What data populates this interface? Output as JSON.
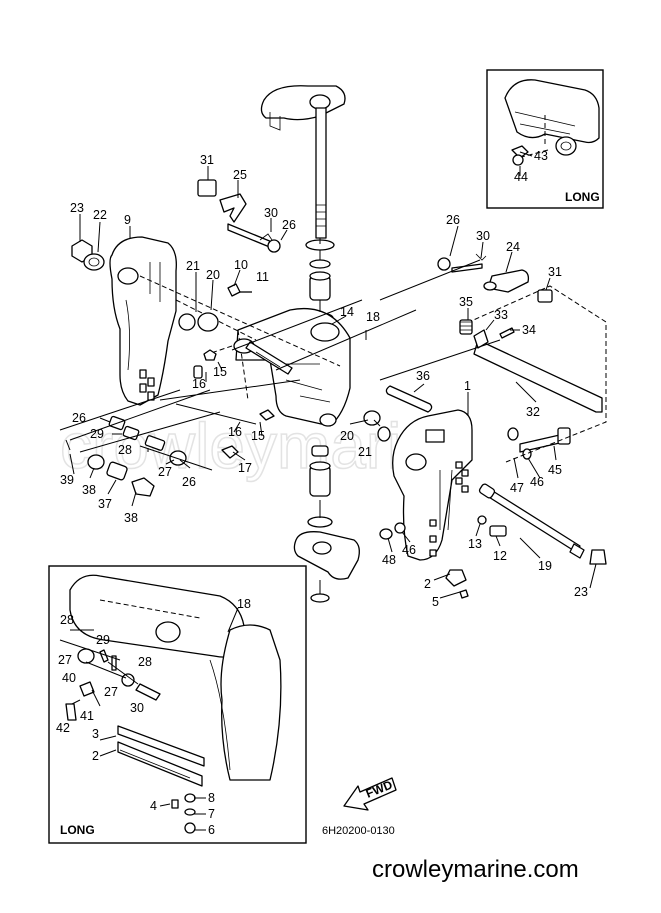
{
  "diagram": {
    "watermark": "crowleymarine",
    "footer_site": "crowleymarine.com",
    "drawing_code": "6H20200-0130",
    "fwd_label": "FWD",
    "insets": {
      "top_right_label": "LONG",
      "bottom_left_label": "LONG"
    },
    "callouts": {
      "c1": "1",
      "c2": "2",
      "c5": "5",
      "c9": "9",
      "c10": "10",
      "c11": "11",
      "c12": "12",
      "c13": "13",
      "c14": "14",
      "c15a": "15",
      "c15b": "15",
      "c16a": "16",
      "c16b": "16",
      "c17": "17",
      "c18": "18",
      "c19": "19",
      "c20a": "20",
      "c20b": "20",
      "c21a": "21",
      "c21b": "21",
      "c22": "22",
      "c23a": "23",
      "c23b": "23",
      "c24": "24",
      "c25": "25",
      "c26a": "26",
      "c26b": "26",
      "c26c": "26",
      "c26d": "26",
      "c27": "27",
      "c28": "28",
      "c29": "29",
      "c30a": "30",
      "c30b": "30",
      "c31a": "31",
      "c31b": "31",
      "c32": "32",
      "c33": "33",
      "c34": "34",
      "c35": "35",
      "c36": "36",
      "c37": "37",
      "c38a": "38",
      "c38b": "38",
      "c39": "39",
      "c45": "45",
      "c46a": "46",
      "c46b": "46",
      "c47": "47",
      "c48": "48",
      "i43": "43",
      "i44": "44",
      "b2": "2",
      "b3": "3",
      "b4": "4",
      "b6": "6",
      "b7": "7",
      "b8": "8",
      "b18": "18",
      "b27a": "27",
      "b27b": "27",
      "b28a": "28",
      "b28b": "28",
      "b29": "29",
      "b30": "30",
      "b40": "40",
      "b41": "41",
      "b42": "42"
    }
  }
}
